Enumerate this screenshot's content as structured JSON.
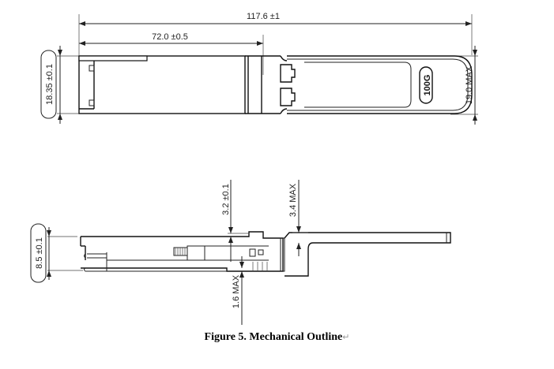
{
  "top_view": {
    "overall_length": "117.6 ±1",
    "body_length": "72.0 ±0.5",
    "body_width": "18.35 ±0.1",
    "max_width": "19.0 MAX",
    "handle_label": "100G"
  },
  "side_view": {
    "body_height": "8.5 ±0.1",
    "top_step": "3.2 ±0.1",
    "handle_height": "3.4 MAX",
    "bottom_step": "1.6 MAX"
  },
  "caption": {
    "text": "Figure 5. Mechanical Outline",
    "return_mark": "↵"
  }
}
